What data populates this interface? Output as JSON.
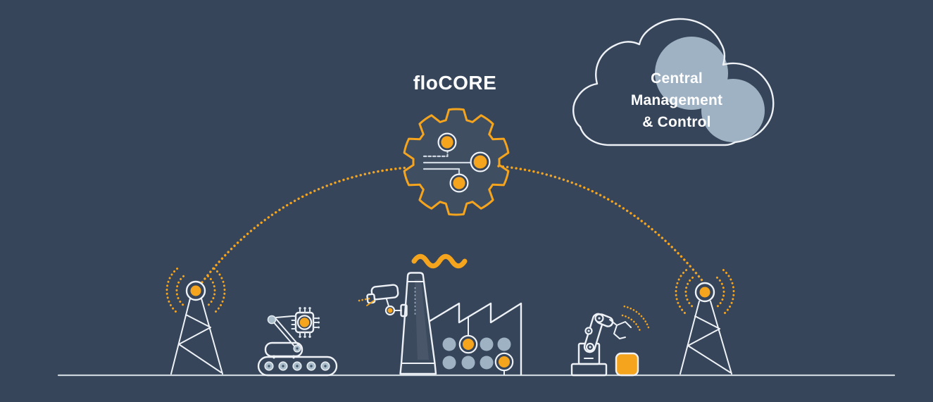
{
  "colors": {
    "background": "#36455a",
    "accent": "#f5a41e",
    "steel": "#9fb2c3",
    "outline": "#eef2f6"
  },
  "core": {
    "label": "floCORE",
    "icon": "gear-circuit-icon"
  },
  "cloud": {
    "icon": "cloud-icon",
    "label_lines": [
      "Central",
      "Management",
      "& Control"
    ]
  },
  "scene": {
    "icons": [
      "radio-tower-icon-left",
      "tracked-robot-chip-icon",
      "security-camera-icon",
      "factory-chimney-icon",
      "smoke-squiggle-icon",
      "robotic-arm-icon",
      "package-box-icon",
      "radio-tower-icon-right"
    ],
    "links": [
      "left-tower-to-core-dotted-arc",
      "core-to-right-tower-dotted-arc"
    ]
  }
}
